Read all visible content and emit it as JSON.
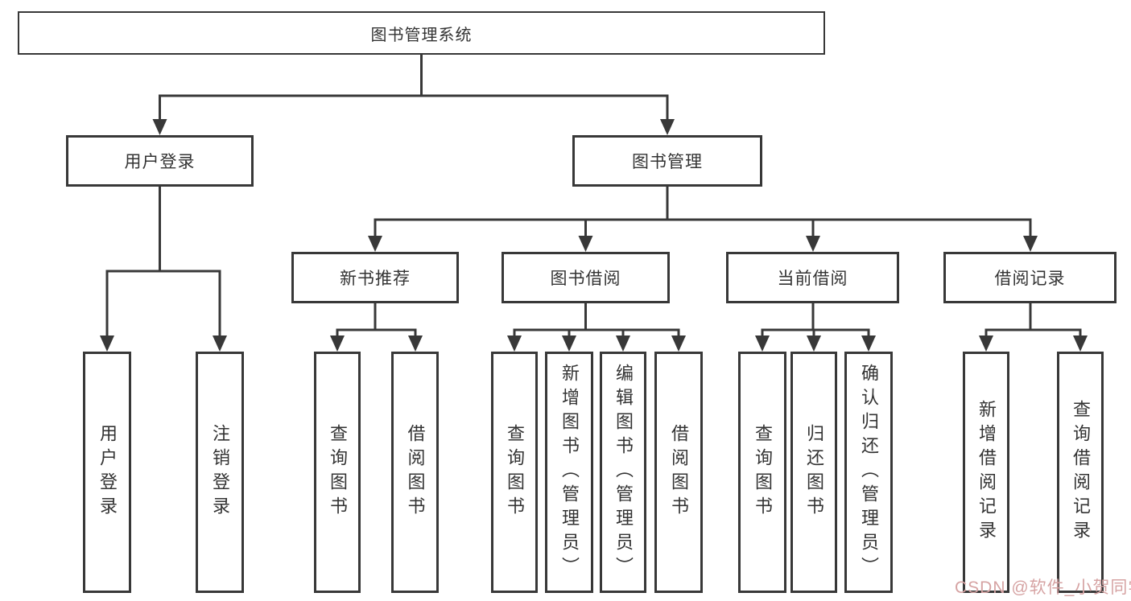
{
  "colors": {
    "background": "#ffffff",
    "border": "#383838",
    "line": "#383838",
    "text": "#333333",
    "watermark": "#d6a3a3"
  },
  "watermark": {
    "text": "CSDN @软件_小贺同学"
  },
  "diagram": {
    "root": {
      "label": "图书管理系统"
    },
    "level2": [
      {
        "label": "用户登录",
        "children": [
          {
            "label": "用户登录"
          },
          {
            "label": "注销登录"
          }
        ]
      },
      {
        "label": "图书管理",
        "children": [
          {
            "label": "新书推荐",
            "children": [
              {
                "label": "查询图书"
              },
              {
                "label": "借阅图书"
              }
            ]
          },
          {
            "label": "图书借阅",
            "children": [
              {
                "label": "查询图书"
              },
              {
                "label": "新增图书（管理员）"
              },
              {
                "label": "编辑图书（管理员）"
              },
              {
                "label": "借阅图书"
              }
            ]
          },
          {
            "label": "当前借阅",
            "children": [
              {
                "label": "查询图书"
              },
              {
                "label": "归还图书"
              },
              {
                "label": "确认归还（管理员）"
              }
            ]
          },
          {
            "label": "借阅记录",
            "children": [
              {
                "label": "新增借阅记录"
              },
              {
                "label": "查询借阅记录"
              }
            ]
          }
        ]
      }
    ]
  }
}
